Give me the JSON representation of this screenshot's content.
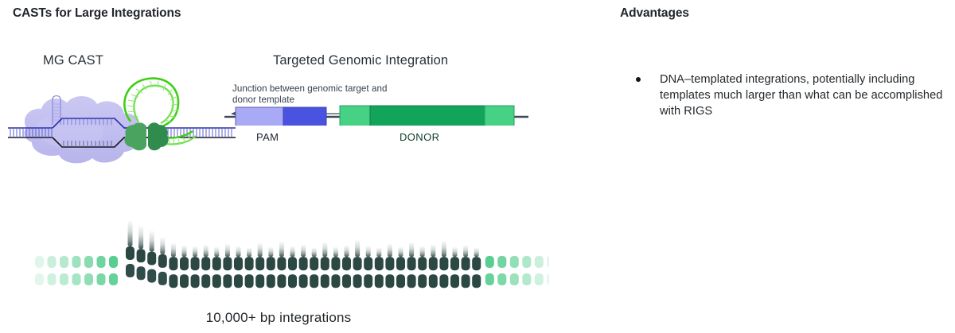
{
  "left": {
    "title": "CASTs for Large Integrations",
    "cast_label": "MG CAST",
    "integration_label": "Targeted Genomic Integration",
    "junction_note": "Junction between genomic target and donor template",
    "pam_block_label": "PAM",
    "donor_block_label": "DONOR",
    "gel_caption": "10,000+ bp integrations"
  },
  "right": {
    "title": "Advantages",
    "items": [
      "DNA–templated integrations, potentially including templates much larger than what can be accomplished with RIGS"
    ]
  },
  "icons": {
    "bullet": "bullet-dot",
    "arrow_left": "arrow-left-head",
    "arrow_right": "arrow-right-head"
  },
  "colors": {
    "text": "#23282c",
    "heading": "#22262b",
    "pam_light": "#a9aaf5",
    "pam_dark": "#4a53e0",
    "donor_light": "#46d184",
    "donor_dark": "#13a45c",
    "protein_purple": "#b9b6ee",
    "rna_green": "#4fd02a",
    "transposase_green": "#3faa5a",
    "dna_blue": "#2b2fa8",
    "gel_band_dark": "#1b3a35",
    "gel_band_green": "#4fcb8a",
    "backbone_line": "#3d4a57",
    "background": "#ffffff"
  },
  "chart_data": {
    "type": "heatmap",
    "title": "10,000+ bp integrations",
    "xlabel": "",
    "ylabel": "",
    "description": "Two-row gel/band array: flanking light-green bands at both ends and dark navy-green band lanes across the centre with upward smears.",
    "green_left_intensities": [
      0.18,
      0.3,
      0.42,
      0.55,
      0.68,
      0.82,
      0.95
    ],
    "green_right_intensities": [
      0.95,
      0.8,
      0.62,
      0.46,
      0.3,
      0.18,
      0.1
    ],
    "dark_lane_count": 33,
    "dark_lane_smear_heights": [
      34,
      30,
      27,
      22,
      18,
      15,
      14,
      16,
      13,
      17,
      14,
      12,
      18,
      13,
      20,
      14,
      16,
      12,
      19,
      13,
      15,
      22,
      14,
      12,
      17,
      13,
      19,
      14,
      16,
      21,
      13,
      15,
      12
    ],
    "dark_lane_band2_present": [
      false,
      false,
      false,
      false,
      true,
      true,
      true,
      true,
      true,
      true,
      true,
      true,
      true,
      true,
      true,
      true,
      true,
      true,
      true,
      true,
      true,
      true,
      true,
      true,
      true,
      true,
      true,
      true,
      true,
      true,
      true,
      true,
      true
    ]
  }
}
